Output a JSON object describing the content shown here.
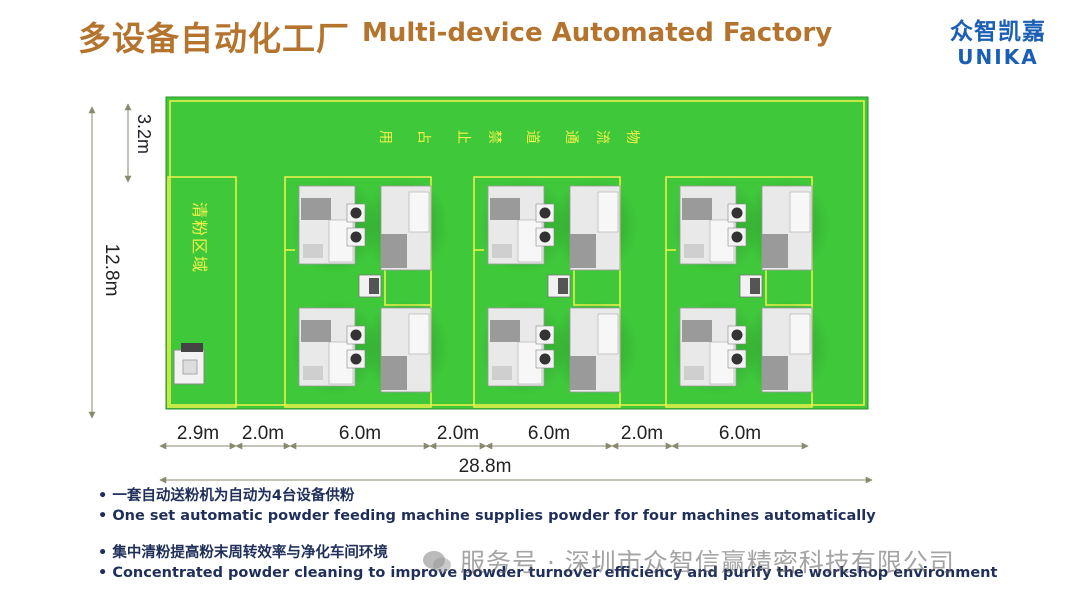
{
  "header": {
    "title_zh": "多设备自动化工厂",
    "title_en": "Multi-device Automated Factory"
  },
  "logo": {
    "zh": "众智凯嘉",
    "en": "UNIKA"
  },
  "floorplan": {
    "logistics_text": [
      "物",
      "流",
      "通",
      "道",
      "禁",
      "止",
      "占",
      "用"
    ],
    "cleaning_area_text": [
      "清",
      "粉",
      "区",
      "域"
    ],
    "dim_top": "3.2m",
    "dim_height": "12.8m",
    "dim_bottom": [
      "2.9m",
      "2.0m",
      "6.0m",
      "2.0m",
      "6.0m",
      "2.0m",
      "6.0m"
    ],
    "dim_total": "28.8m",
    "colors": {
      "floor": "#3fc83a",
      "line": "#f2f24a",
      "title": "#b5742d",
      "logo": "#1a5fb4"
    }
  },
  "bullets": [
    "• 一套自动送粉机为自动为4台设备供粉",
    "• One set automatic powder feeding machine supplies powder for four machines automatically",
    "• 集中清粉提高粉末周转效率与净化车间环境",
    "• Concentrated powder cleaning to improve powder turnover efficiency and purify the workshop environment"
  ],
  "watermark": "服务号 · 深圳市众智信赢精密科技有限公司"
}
